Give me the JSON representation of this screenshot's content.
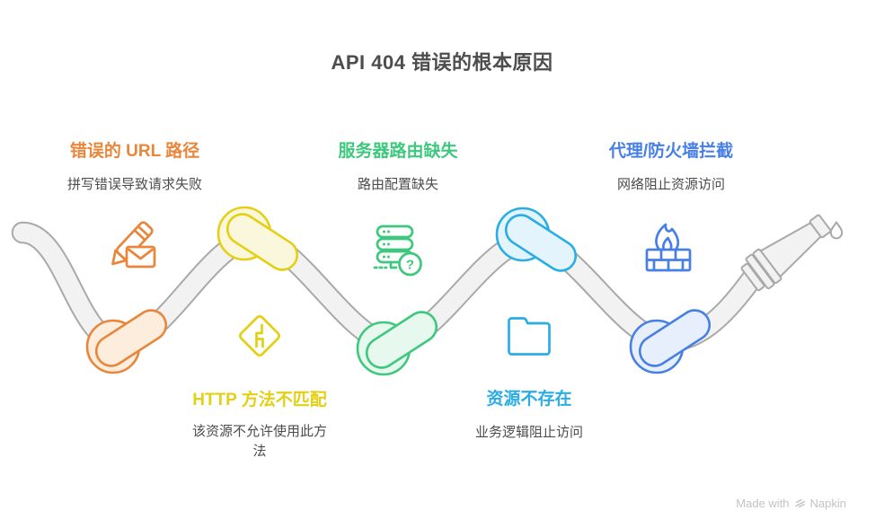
{
  "title": "API 404 错误的根本原因",
  "title_color": "#4D4D4D",
  "text_color": "#4C4C4C",
  "background": "#FFFFFF",
  "rope": {
    "outline": "#A9A9A9",
    "fill": "#F2F2F2"
  },
  "watermark": {
    "prefix": "Made with",
    "brand": "Napkin",
    "color": "#C3C3C3"
  },
  "icons": {
    "question_glyph": "?"
  },
  "items": [
    {
      "id": "wrong-url-path",
      "heading": "错误的 URL 路径",
      "description": "拼写错误导致请求失败",
      "color": "#E8873B",
      "fill": "#FCEDDC",
      "icon": "pencil-envelope-icon"
    },
    {
      "id": "http-method-mismatch",
      "heading": "HTTP 方法不匹配",
      "description": "该资源不允许使用此方法",
      "color": "#E3D014",
      "fill": "#FAF7DC",
      "icon": "road-sign-icon"
    },
    {
      "id": "server-route-missing",
      "heading": "服务器路由缺失",
      "description": "路由配置缺失",
      "color": "#3EC87D",
      "fill": "#E7F9EE",
      "icon": "server-question-icon"
    },
    {
      "id": "resource-not-found",
      "heading": "资源不存在",
      "description": "业务逻辑阻止访问",
      "color": "#29ADE4",
      "fill": "#E3F4FC",
      "icon": "folder-icon"
    },
    {
      "id": "proxy-firewall-block",
      "heading": "代理/防火墙拦截",
      "description": "网络阻止资源访问",
      "color": "#477FE4",
      "fill": "#E8EFFC",
      "icon": "firewall-icon"
    }
  ]
}
